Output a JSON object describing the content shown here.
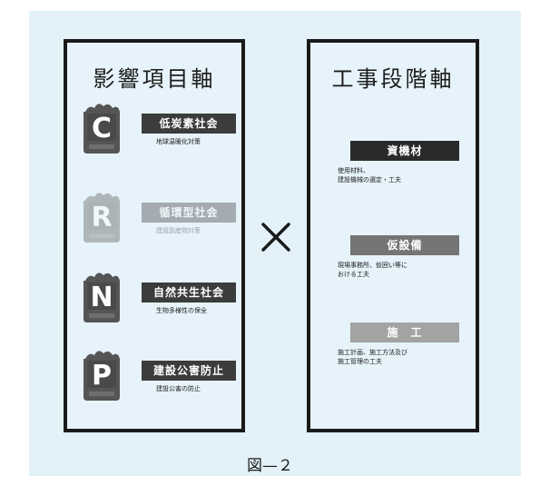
{
  "left_axis": {
    "title": "影響項目軸",
    "items": [
      {
        "letter": "C",
        "label": "低炭素社会",
        "caption": "地球温暖化対策",
        "label_color": "#3c3c3c",
        "faded": false
      },
      {
        "letter": "R",
        "label": "循環型社会",
        "caption": "建設副産物対策",
        "label_color": "#3c3c3c",
        "faded": true
      },
      {
        "letter": "N",
        "label": "自然共生社会",
        "caption": "生物多様性の保全",
        "label_color": "#3c3c3c",
        "faded": false
      },
      {
        "letter": "P",
        "label": "建設公害防止",
        "caption": "建設公害の防止",
        "label_color": "#3c3c3c",
        "faded": false
      }
    ]
  },
  "operator": "×",
  "right_axis": {
    "title": "工事段階軸",
    "stages": [
      {
        "label": "資機材",
        "caption": "使用材料、\n建設機械の選定・工夫",
        "color": "#2a2a2a"
      },
      {
        "label": "仮設備",
        "caption": "現場事務所、仮囲い等に\nおける工夫",
        "color": "#757575"
      },
      {
        "label": "施　工",
        "caption": "施工計画、施工方法及び\n施工管理の工夫",
        "color": "#a3a3a3"
      }
    ]
  },
  "figure_caption": "図—２"
}
